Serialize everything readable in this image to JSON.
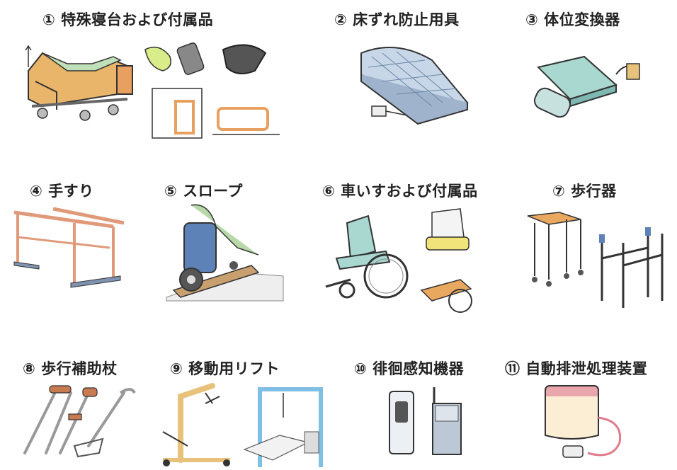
{
  "items": [
    {
      "label": "① 特殊寝台および付属品",
      "icon": "special-bed-icon"
    },
    {
      "label": "② 床ずれ防止用具",
      "icon": "pressure-mattress-icon"
    },
    {
      "label": "③ 体位変換器",
      "icon": "position-changer-icon"
    },
    {
      "label": "④ 手すり",
      "icon": "handrail-icon"
    },
    {
      "label": "⑤ スロープ",
      "icon": "slope-icon"
    },
    {
      "label": "⑥ 車いすおよび付属品",
      "icon": "wheelchair-icon"
    },
    {
      "label": "⑦ 歩行器",
      "icon": "walker-icon"
    },
    {
      "label": "⑧ 歩行補助杖",
      "icon": "walking-cane-icon"
    },
    {
      "label": "⑨ 移動用リフト",
      "icon": "patient-lift-icon"
    },
    {
      "label": "⑩ 徘徊感知機器",
      "icon": "wandering-sensor-icon"
    },
    {
      "label": "⑪ 自動排泄処理装置",
      "icon": "auto-excretion-device-icon"
    }
  ]
}
